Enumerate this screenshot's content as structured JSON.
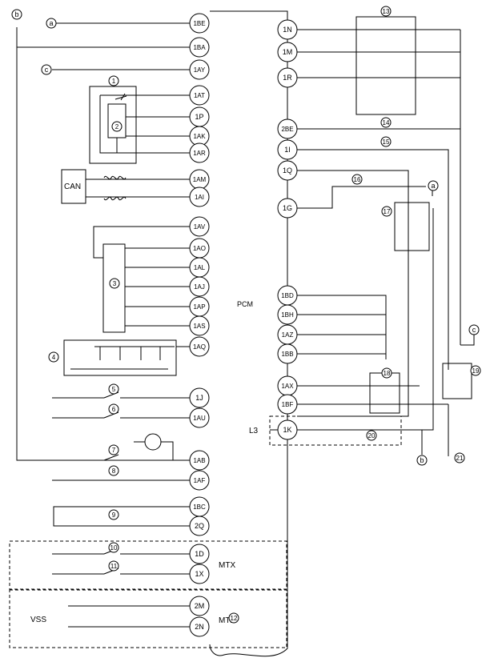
{
  "ecu_label": "PCM",
  "left_pins": [
    "1BE",
    "1BA",
    "1AY",
    "1AT",
    "1P",
    "1AK",
    "1AR",
    "1AM",
    "1AI",
    "1AV",
    "1AO",
    "1AL",
    "1AJ",
    "1AP",
    "1AS",
    "1AQ",
    "1J",
    "1AU",
    "1AB",
    "1AF",
    "1BC",
    "2Q",
    "1D",
    "1X",
    "2M",
    "2N"
  ],
  "right_pins": [
    "1N",
    "1M",
    "1R",
    "2BE",
    "1I",
    "1Q",
    "1G",
    "1BD",
    "1BH",
    "1AZ",
    "1BB",
    "1AX",
    "1BF",
    "1K"
  ],
  "component_numbers": [
    "1",
    "2",
    "3",
    "4",
    "5",
    "6",
    "7",
    "8",
    "9",
    "10",
    "11",
    "12",
    "13",
    "14",
    "15",
    "16",
    "17",
    "18",
    "19",
    "20",
    "21"
  ],
  "connector_letters": {
    "a": "a",
    "b": "b",
    "c": "c"
  },
  "labels": {
    "can": "CAN",
    "vss": "VSS",
    "mtx": "MTX",
    "l3": "L3"
  }
}
